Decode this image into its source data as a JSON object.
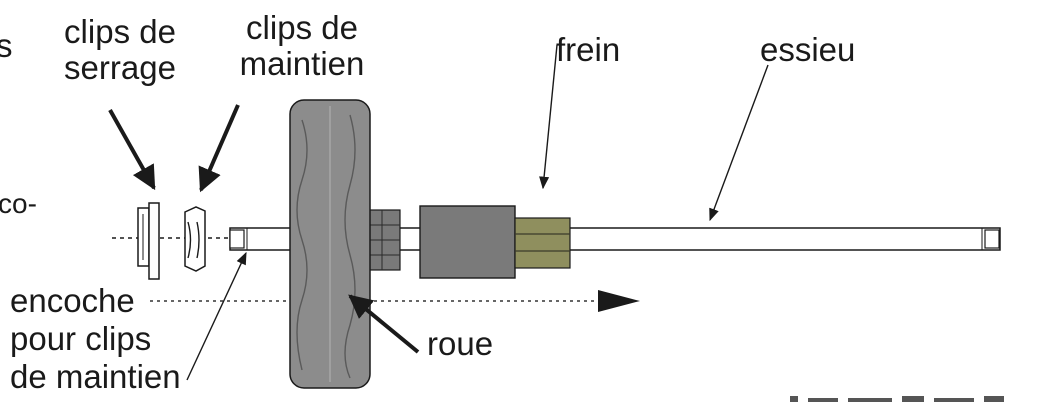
{
  "labels": {
    "clips_serrage": [
      "clips de",
      "serrage"
    ],
    "clips_maintien": [
      "clips de",
      "maintien"
    ],
    "frein": "frein",
    "essieu": "essieu",
    "encoche": [
      "encoche",
      "pour clips",
      "de maintien"
    ],
    "roue": "roue",
    "partial_left_top": "s",
    "partial_left_mid": "co-"
  },
  "colors": {
    "ink": "#1a1a1a",
    "wheel": "#8c8c8c",
    "hub": "#7a7a7a",
    "brake": "#8f8f5e"
  }
}
